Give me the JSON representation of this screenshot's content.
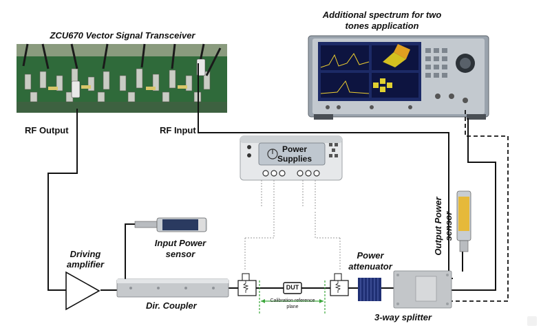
{
  "transceiver": {
    "title": "ZCU670 Vector Signal Transceiver"
  },
  "ports": {
    "rf_output": "RF Output",
    "rf_input": "RF Input"
  },
  "analyzer": {
    "title": "Additional spectrum for two tones application"
  },
  "power_supply": {
    "label": "Power Supplies"
  },
  "components": {
    "driving_amplifier": "Driving amplifier",
    "input_power_sensor": "Input Power sensor",
    "dir_coupler": "Dir. Coupler",
    "dut": "DUT",
    "calibration_plane": "Calibration reference plane",
    "power_attenuator": "Power attenuator",
    "splitter": "3-way splitter",
    "output_power_sensor": "Output Power sensor"
  },
  "colors": {
    "pcb_green": "#2f6a3a",
    "analyzer_grey": "#9aa3ad",
    "screen_blue": "#1c2a66",
    "attenuator_navy": "#1f2f73",
    "calibration_green": "#3aa63a",
    "wire": "#111111",
    "supply_wire": "#9a9a9a"
  }
}
